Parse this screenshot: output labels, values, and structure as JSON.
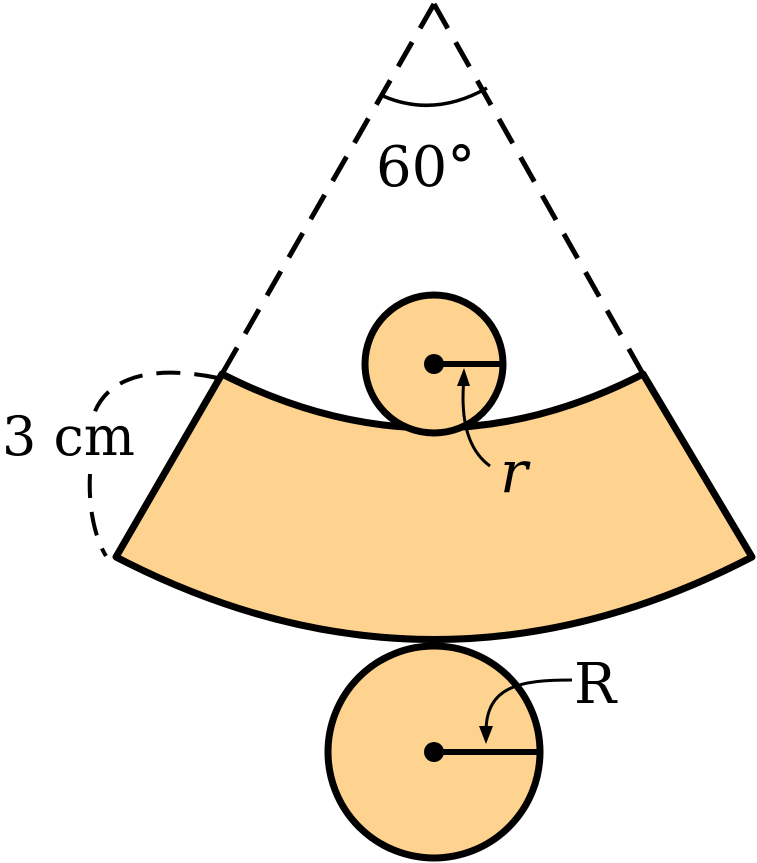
{
  "diagram": {
    "angle_label": "60°",
    "width_label": "3 cm",
    "small_radius_label": "r",
    "large_radius_label": "R"
  },
  "colors": {
    "fill": "#fdd38f",
    "stroke": "#000000",
    "background": "#ffffff"
  }
}
